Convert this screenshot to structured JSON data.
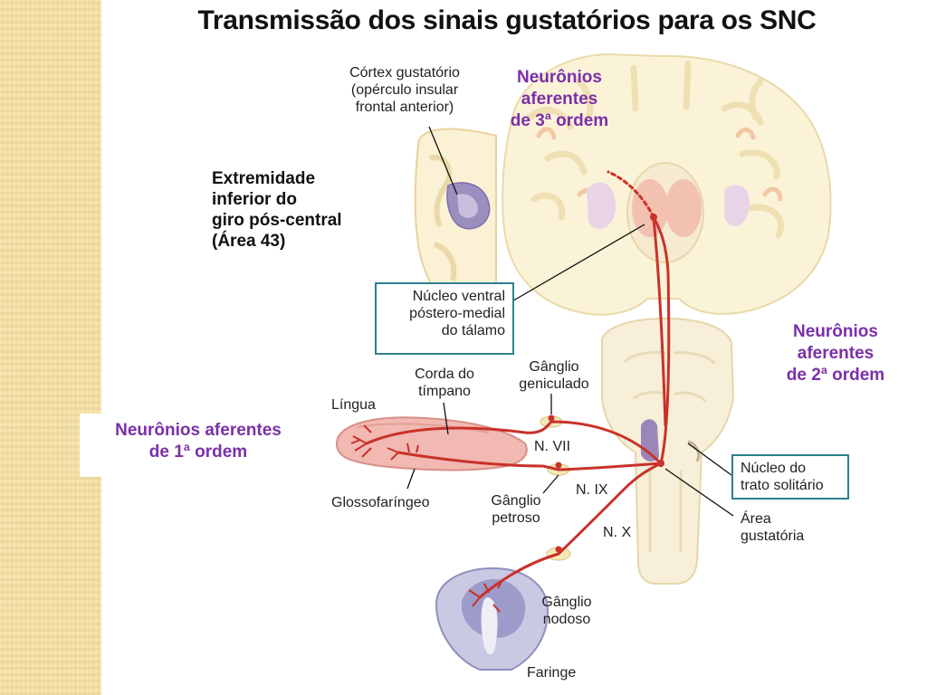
{
  "title": "Transmissão dos sinais gustatórios para os SNC",
  "labels": {
    "cortex": [
      "Córtex gustatório",
      "(opérculo insular",
      "frontal anterior)"
    ],
    "extremidade": [
      "Extremidade",
      "inferior do",
      "giro pós-central",
      "(Área 43)"
    ],
    "nucleo_ventral": [
      "Núcleo ventral",
      "póstero-medial",
      "do tálamo"
    ],
    "neuronios_3": [
      "Neurônios",
      "aferentes",
      "de 3ª ordem"
    ],
    "neuronios_2": [
      "Neurônios",
      "aferentes",
      "de 2ª ordem"
    ],
    "neuronios_1": [
      "Neurônios aferentes",
      "de 1ª ordem"
    ],
    "lingua": "Língua",
    "corda": [
      "Corda do",
      "tímpano"
    ],
    "ganglio_geniculado": [
      "Gânglio",
      "geniculado"
    ],
    "n_vii": "N. VII",
    "n_ix": "N. IX",
    "n_x": "N. X",
    "glossofaringeo": "Glossofaríngeo",
    "ganglio_petroso": [
      "Gânglio",
      "petroso"
    ],
    "nucleo_trato": [
      "Núcleo do",
      "trato solitário"
    ],
    "area_gustatoria": [
      "Área",
      "gustatória"
    ],
    "ganglio_nodoso": [
      "Gânglio",
      "nodoso"
    ],
    "faringe": "Faringe"
  },
  "colors": {
    "accent_purple": "#7b2fa8",
    "box_border": "#2f7f8f",
    "nerve_red": "#c8322a",
    "brain_fill": "#fbf3d8",
    "side_strip": "#f4dfa3"
  }
}
